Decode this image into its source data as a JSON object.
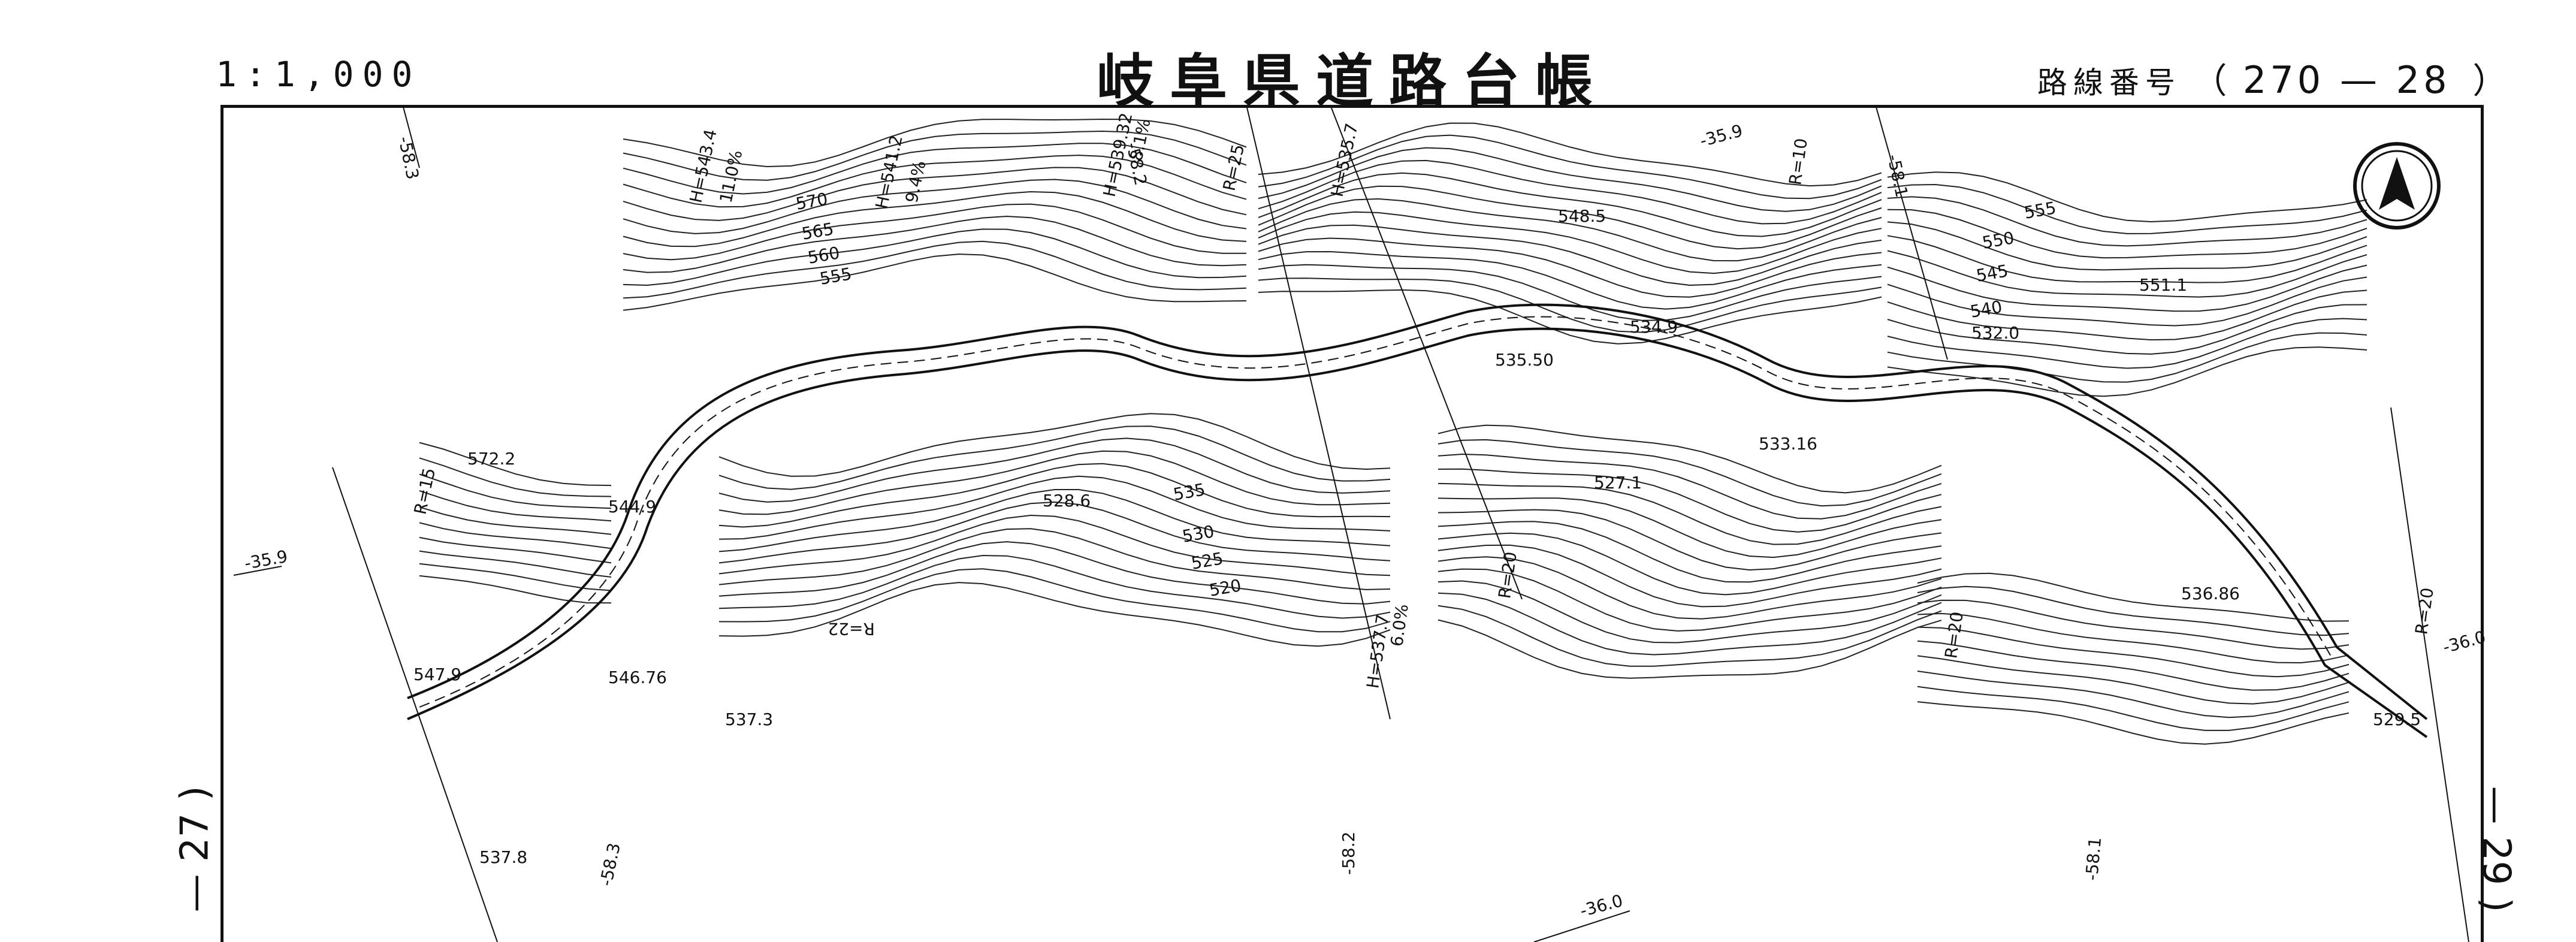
{
  "header": {
    "scale": "1:1,000",
    "title": "岐阜県道路台帳",
    "route_label": "路線番号",
    "route_number": "270 — 28"
  },
  "sheets": {
    "left": "— 27 )",
    "right": "— 29 )"
  },
  "map": {
    "north_arrow": "north-arrow-icon",
    "elevations": [
      "572.2",
      "544.9",
      "547.9",
      "546.76",
      "537.3",
      "537.8",
      "528.6",
      "548.5",
      "527.1",
      "535.50",
      "533.16",
      "532.0",
      "551.1",
      "536.86",
      "529.5",
      "534.9"
    ],
    "contours": [
      "570",
      "565",
      "560",
      "555",
      "535",
      "530",
      "525",
      "520",
      "555",
      "550",
      "545",
      "540"
    ],
    "slopes": [
      "H=543.4",
      "11.0%",
      "H=541.2",
      "9.4%",
      "H=539.32",
      "8.1%",
      "H=535.7",
      "H=537.7",
      "6.0%"
    ],
    "radii": [
      "R=15",
      "R=22",
      "R=25",
      "R=20",
      "R=10",
      "R=20",
      "R=20"
    ],
    "grid": [
      "-58.3",
      "-35.9",
      "-58.3",
      "-58.2",
      "-36.0",
      "-58.1",
      "-35.9",
      "-58.1",
      "-36.0",
      "-58.2"
    ]
  }
}
